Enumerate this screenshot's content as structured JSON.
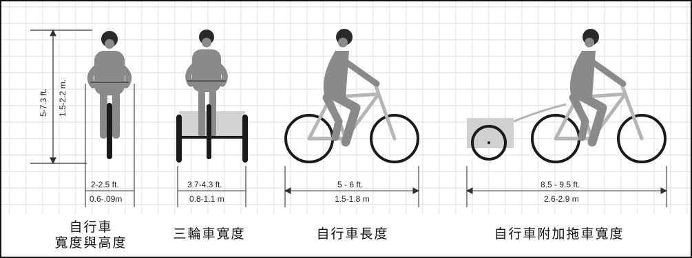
{
  "panels": {
    "bicycle_width_height": {
      "height_ft": "5-7.3 ft.",
      "height_m": "1.5-2.2 m.",
      "width_ft": "2-2.5 ft.",
      "width_m": "0.6-.09m",
      "caption_line1": "自行車",
      "caption_line2": "寬度與高度"
    },
    "tricycle_width": {
      "width_ft": "3.7-4.3 ft.",
      "width_m": "0.8-1.1 m",
      "caption": "三輪車寬度"
    },
    "bicycle_length": {
      "length_ft": "5 - 6 ft.",
      "length_m": "1.5-1.8 m",
      "caption": "自行車長度"
    },
    "bicycle_trailer_length": {
      "length_ft": "8.5 - 9.5 ft.",
      "length_m": "2.6-2.9 m",
      "caption": "自行車附加拖車寬度"
    }
  },
  "colors": {
    "figure": "#8a8a8a",
    "helmet": "#2a2a2a",
    "wheel": "#1a1a1a",
    "frame": "#b5b5b5",
    "trailer": "#d0d0d0",
    "grid": "#dcdcdc",
    "dimension_line": "#333333"
  }
}
